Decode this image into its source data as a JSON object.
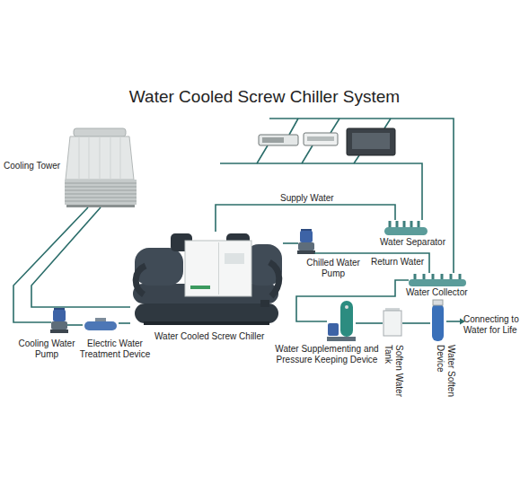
{
  "diagram": {
    "title": "Water Cooled Screw Chiller System",
    "nodes": [
      {
        "text": [
          "Cooling Tower"
        ]
      },
      {
        "text": [
          "Water Separator"
        ]
      },
      {
        "text": [
          "Chilled Water Pump"
        ]
      },
      {
        "text": [
          "Water Collector"
        ]
      },
      {
        "text": [
          "Water Cooled Screw Chiller"
        ]
      },
      {
        "text": [
          "Cooling Water Pump"
        ]
      },
      {
        "text": [
          "Electric Water Treatment Device"
        ]
      },
      {
        "text": [
          "Water Supplementing and Pressure Keeping Device"
        ]
      },
      {
        "text": [
          "Soften Water Tank"
        ]
      },
      {
        "text": [
          "Water Soften Device"
        ]
      }
    ],
    "edges": [
      {
        "from": 0,
        "to": 5,
        "arrow": "none"
      },
      {
        "from": 5,
        "to": 6,
        "arrow": "none"
      },
      {
        "from": 6,
        "to": 4,
        "arrow": "none"
      },
      {
        "from": 4,
        "to": 0,
        "arrow": "none"
      },
      {
        "from": 4,
        "to": 1,
        "label": "Supply Water",
        "arrow": "none"
      },
      {
        "from": 3,
        "to": 2,
        "label": "Return Water",
        "arrow": "none"
      },
      {
        "from": 2,
        "to": 4,
        "arrow": "none"
      },
      {
        "from": 3,
        "to": 7,
        "arrow": "none"
      },
      {
        "from": 7,
        "to": 8,
        "arrow": "none"
      },
      {
        "from": 8,
        "to": 9,
        "arrow": "none"
      }
    ],
    "labels": [
      "Connecting to Water for Life"
    ]
  }
}
